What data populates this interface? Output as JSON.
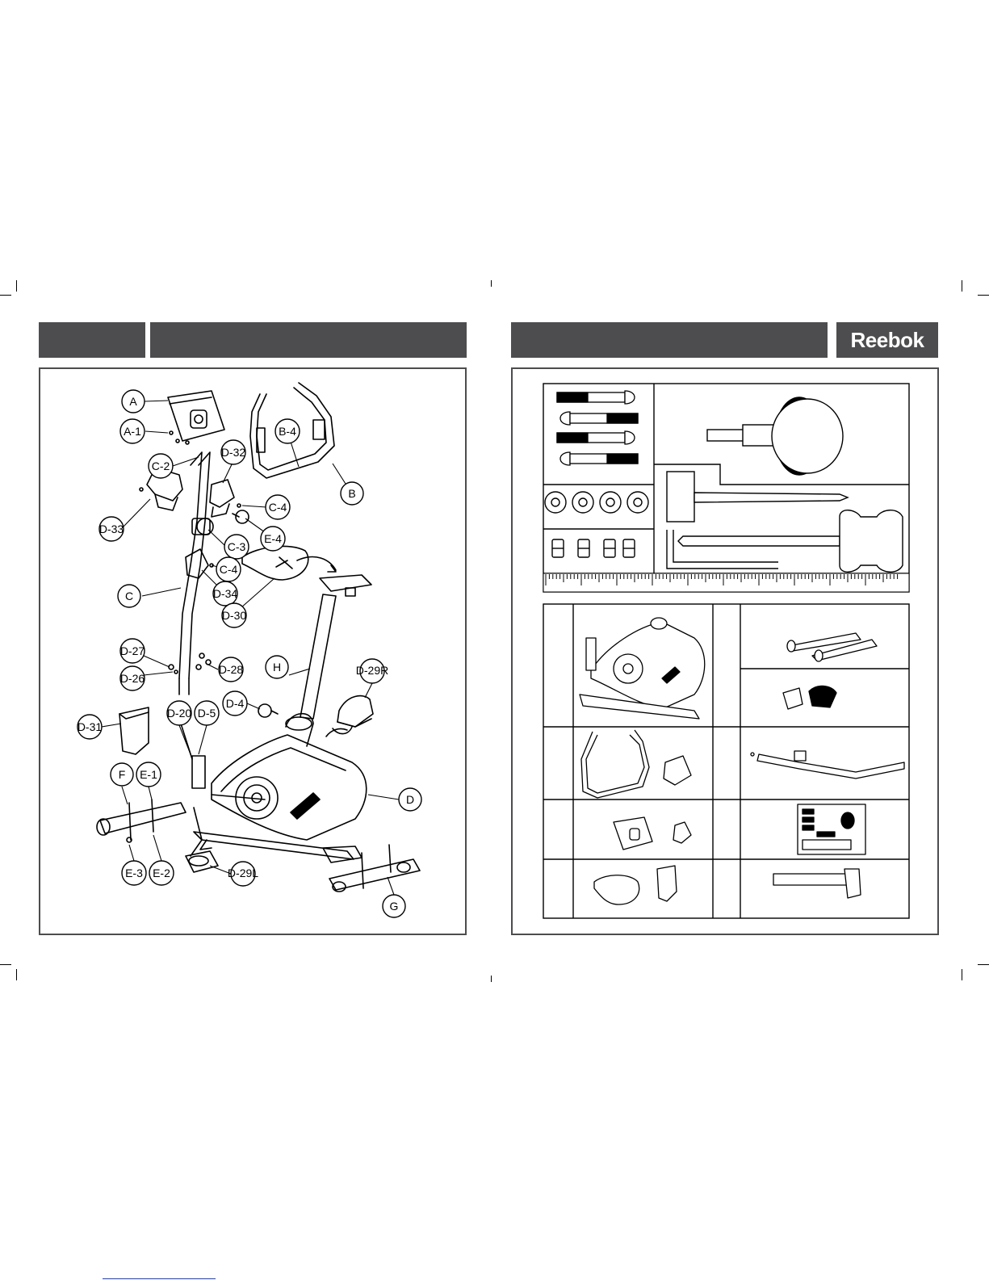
{
  "brand": {
    "name": "Reebok"
  },
  "left_panel": {
    "callouts": [
      "A",
      "A-1",
      "C-2",
      "D-32",
      "B-4",
      "B",
      "C-4",
      "D-33",
      "E-4",
      "C-3",
      "C-4",
      "C",
      "D-34",
      "D-30",
      "D-27",
      "D-26",
      "D-28",
      "H",
      "D-29R",
      "D-4",
      "D-20",
      "D-5",
      "D-31",
      "F",
      "E-1",
      "D",
      "E-3",
      "E-2",
      "D-29L",
      "G"
    ]
  },
  "colors": {
    "header": "#4d4d4f",
    "line": "#000000",
    "brand_text": "#ffffff"
  },
  "icons": [
    "bolt-icon",
    "washer-icon",
    "nut-icon",
    "knob-icon",
    "hex-key-icon",
    "wrench-icon",
    "ruler-icon"
  ]
}
